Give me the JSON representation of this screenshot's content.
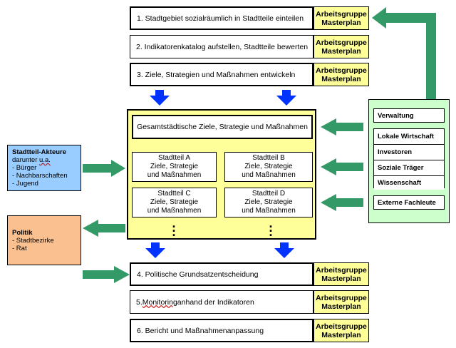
{
  "steps_top": [
    {
      "label": "1. Stadtgebiet sozialräumlich in Stadtteile einteilen"
    },
    {
      "label": "2. Indikatorenkatalog aufstellen, Stadtteile bewerten"
    },
    {
      "label": "3. Ziele, Strategien und Maßnahmen entwickeln"
    }
  ],
  "steps_bottom": [
    {
      "label": "4. Politische Grundsatzentscheidung"
    },
    {
      "label_underlined": "Monitoring",
      "prefix": "5. ",
      "suffix": " anhand der Indikatoren"
    },
    {
      "label": "6. Bericht und Maßnahmenanpassung"
    }
  ],
  "ag": {
    "line1": "Arbeitsgruppe",
    "line2": "Masterplan"
  },
  "center": {
    "title": "Gesamtstädtische Ziele, Strategie und Maßnahmen",
    "districts": [
      {
        "name": "Stadtteil A",
        "l2": "Ziele, Strategie",
        "l3": "und Maßnahmen"
      },
      {
        "name": "Stadtteil B",
        "l2": "Ziele, Strategie",
        "l3": "und Maßnahmen"
      },
      {
        "name": "Stadtteil C",
        "l2": "Ziele, Strategie",
        "l3": "und Maßnahmen"
      },
      {
        "name": "Stadtteil D",
        "l2": "Ziele, Strategie",
        "l3": "und Maßnahmen"
      }
    ]
  },
  "akteure": {
    "title": "Stadtteil-Akteure",
    "sub_prefix": "darunter ",
    "sub_ul": "u.a.",
    "items": [
      "- Bürger",
      "- Nachbarschaften",
      "- Jugend"
    ]
  },
  "politik": {
    "title": "Politik",
    "items": [
      "- Stadtbezirke",
      "- Rat"
    ]
  },
  "right": {
    "verwaltung": "Verwaltung",
    "group": [
      "Lokale Wirtschaft",
      "Investoren",
      "Soziale Träger",
      "Wissenschaft"
    ],
    "extern": "Externe Fachleute"
  },
  "colors": {
    "yellow": "#ffff99",
    "blue_box": "#99ccff",
    "orange_box": "#fac090",
    "green_panel": "#ccffcc",
    "green_arrow": "#339966",
    "blue_arrow": "#0033ff"
  }
}
